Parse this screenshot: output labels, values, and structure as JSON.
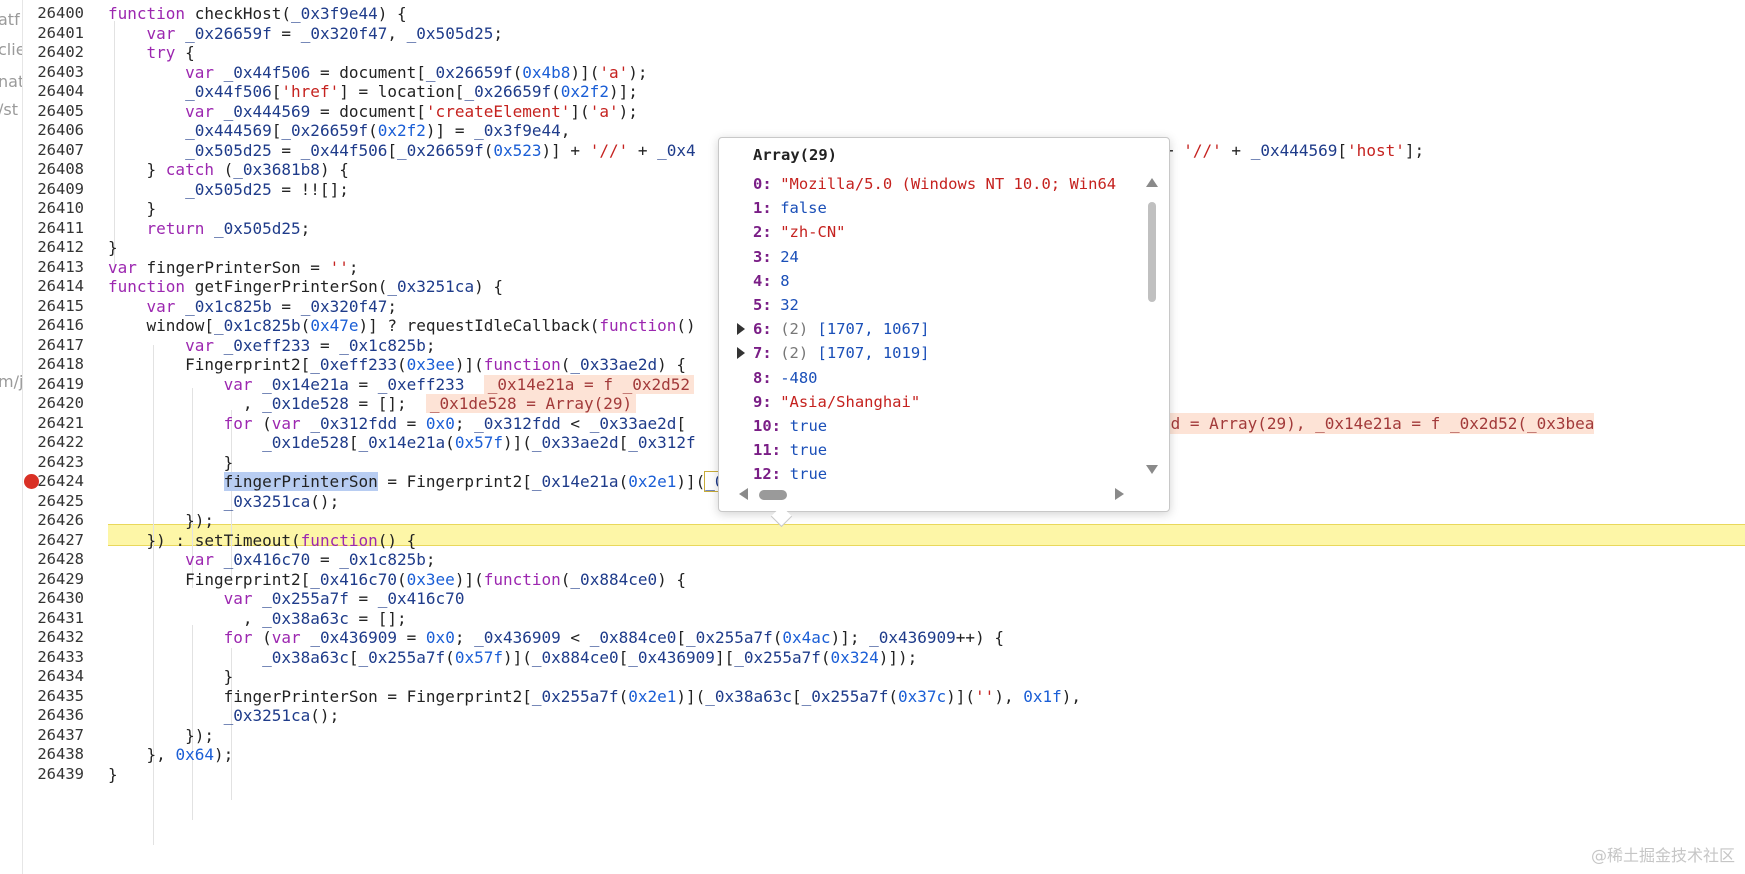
{
  "left_strip": [
    "atf",
    "clie",
    "nat",
    "/st",
    "m/js"
  ],
  "lines": [
    {
      "n": "26400",
      "text": "function checkHost(_0x3f9e44) {"
    },
    {
      "n": "26401",
      "text": "    var _0x26659f = _0x320f47, _0x505d25;"
    },
    {
      "n": "26402",
      "text": "    try {"
    },
    {
      "n": "26403",
      "text": "        var _0x44f506 = document[_0x26659f(0x4b8)]('a');"
    },
    {
      "n": "26404",
      "text": "        _0x44f506['href'] = location[_0x26659f(0x2f2)];"
    },
    {
      "n": "26405",
      "text": "        var _0x444569 = document['createElement']('a');"
    },
    {
      "n": "26406",
      "text": "        _0x444569[_0x26659f(0x2f2)] = _0x3f9e44,"
    },
    {
      "n": "26407",
      "text": "        _0x505d25 = _0x44f506[_0x26659f(0x523)] + '//' + _0x4"
    },
    {
      "n": "26408",
      "text": "    } catch (_0x3681b8) {"
    },
    {
      "n": "26409",
      "text": "        _0x505d25 = !![];"
    },
    {
      "n": "26410",
      "text": "    }"
    },
    {
      "n": "26411",
      "text": "    return _0x505d25;"
    },
    {
      "n": "26412",
      "text": "}"
    },
    {
      "n": "26413",
      "text": "var fingerPrinterSon = '';"
    },
    {
      "n": "26414",
      "text": "function getFingerPrinterSon(_0x3251ca) {"
    },
    {
      "n": "26415",
      "text": "    var _0x1c825b = _0x320f47;"
    },
    {
      "n": "26416",
      "text": "    window[_0x1c825b(0x47e)] ? requestIdleCallback(function()"
    },
    {
      "n": "26417",
      "text": "        var _0xeff233 = _0x1c825b;"
    },
    {
      "n": "26418",
      "text": "        Fingerprint2[_0xeff233(0x3ee)](function(_0x33ae2d) {"
    },
    {
      "n": "26419",
      "text": "            var _0x14e21a = _0xeff233"
    },
    {
      "n": "26420",
      "text": "              , _0x1de528 = [];"
    },
    {
      "n": "26421",
      "text": "            for (var _0x312fdd = 0x0; _0x312fdd < _0x33ae2d["
    },
    {
      "n": "26422",
      "text": "                _0x1de528[_0x14e21a(0x57f)](_0x33ae2d[_0x312f"
    },
    {
      "n": "26423",
      "text": "            }"
    },
    {
      "n": "26424",
      "text": "            fingerPrinterSon = Fingerprint2[_0x14e21a(0x2e1)](_0x1de528['join'](''), 0x1f),"
    },
    {
      "n": "26425",
      "text": "            _0x3251ca();"
    },
    {
      "n": "26426",
      "text": "        });"
    },
    {
      "n": "26427",
      "text": "    }) : setTimeout(function() {"
    },
    {
      "n": "26428",
      "text": "        var _0x416c70 = _0x1c825b;"
    },
    {
      "n": "26429",
      "text": "        Fingerprint2[_0x416c70(0x3ee)](function(_0x884ce0) {"
    },
    {
      "n": "26430",
      "text": "            var _0x255a7f = _0x416c70"
    },
    {
      "n": "26431",
      "text": "              , _0x38a63c = [];"
    },
    {
      "n": "26432",
      "text": "            for (var _0x436909 = 0x0; _0x436909 < _0x884ce0[_0x255a7f(0x4ac)]; _0x436909++) {"
    },
    {
      "n": "26433",
      "text": "                _0x38a63c[_0x255a7f(0x57f)](_0x884ce0[_0x436909][_0x255a7f(0x324)]);"
    },
    {
      "n": "26434",
      "text": "            }"
    },
    {
      "n": "26435",
      "text": "            fingerPrinterSon = Fingerprint2[_0x255a7f(0x2e1)](_0x38a63c[_0x255a7f(0x37c)](''), 0x1f),"
    },
    {
      "n": "26436",
      "text": "            _0x3251ca();"
    },
    {
      "n": "26437",
      "text": "        });"
    },
    {
      "n": "26438",
      "text": "    }, 0x64);"
    },
    {
      "n": "26439",
      "text": "}"
    }
  ],
  "overflow_right": {
    "line_26407": "9f(0x523)] + '//' + _0x444569['host'];",
    "line_26421": "29, _0x33ae2d = Array(29), _0x14e21a = f _0x2d52(_0x3bea",
    "line_26422": ")"
  },
  "inline_values": {
    "v26419": "_0x14e21a = f _0x2d52",
    "v26420": "_0x1de528 = Array(29)"
  },
  "breakpoint_line": "26424",
  "popover": {
    "title": "Array(29)",
    "items": [
      {
        "key": "0:",
        "value": "\"Mozilla/5.0 (Windows NT 10.0; Win64",
        "kind": "str"
      },
      {
        "key": "1:",
        "value": "false",
        "kind": "bool"
      },
      {
        "key": "2:",
        "value": "\"zh-CN\"",
        "kind": "str"
      },
      {
        "key": "3:",
        "value": "24",
        "kind": "num"
      },
      {
        "key": "4:",
        "value": "8",
        "kind": "num"
      },
      {
        "key": "5:",
        "value": "32",
        "kind": "num"
      },
      {
        "key": "6:",
        "count": "(2)",
        "value": "[1707, 1067]",
        "kind": "arr"
      },
      {
        "key": "7:",
        "count": "(2)",
        "value": "[1707, 1019]",
        "kind": "arr"
      },
      {
        "key": "8:",
        "value": "-480",
        "kind": "num"
      },
      {
        "key": "9:",
        "value": "\"Asia/Shanghai\"",
        "kind": "str"
      },
      {
        "key": "10:",
        "value": "true",
        "kind": "bool"
      },
      {
        "key": "11:",
        "value": "true",
        "kind": "bool"
      },
      {
        "key": "12:",
        "value": "true",
        "kind": "bool"
      }
    ]
  },
  "watermark": "@稀土掘金技术社区",
  "colors": {
    "keyword": "#9c27b0",
    "number": "#1a5ed6",
    "string": "#c5221f",
    "highlight": "#fdf6a7",
    "breakpoint": "#d93025",
    "inline_value_bg": "#fde3d6"
  }
}
